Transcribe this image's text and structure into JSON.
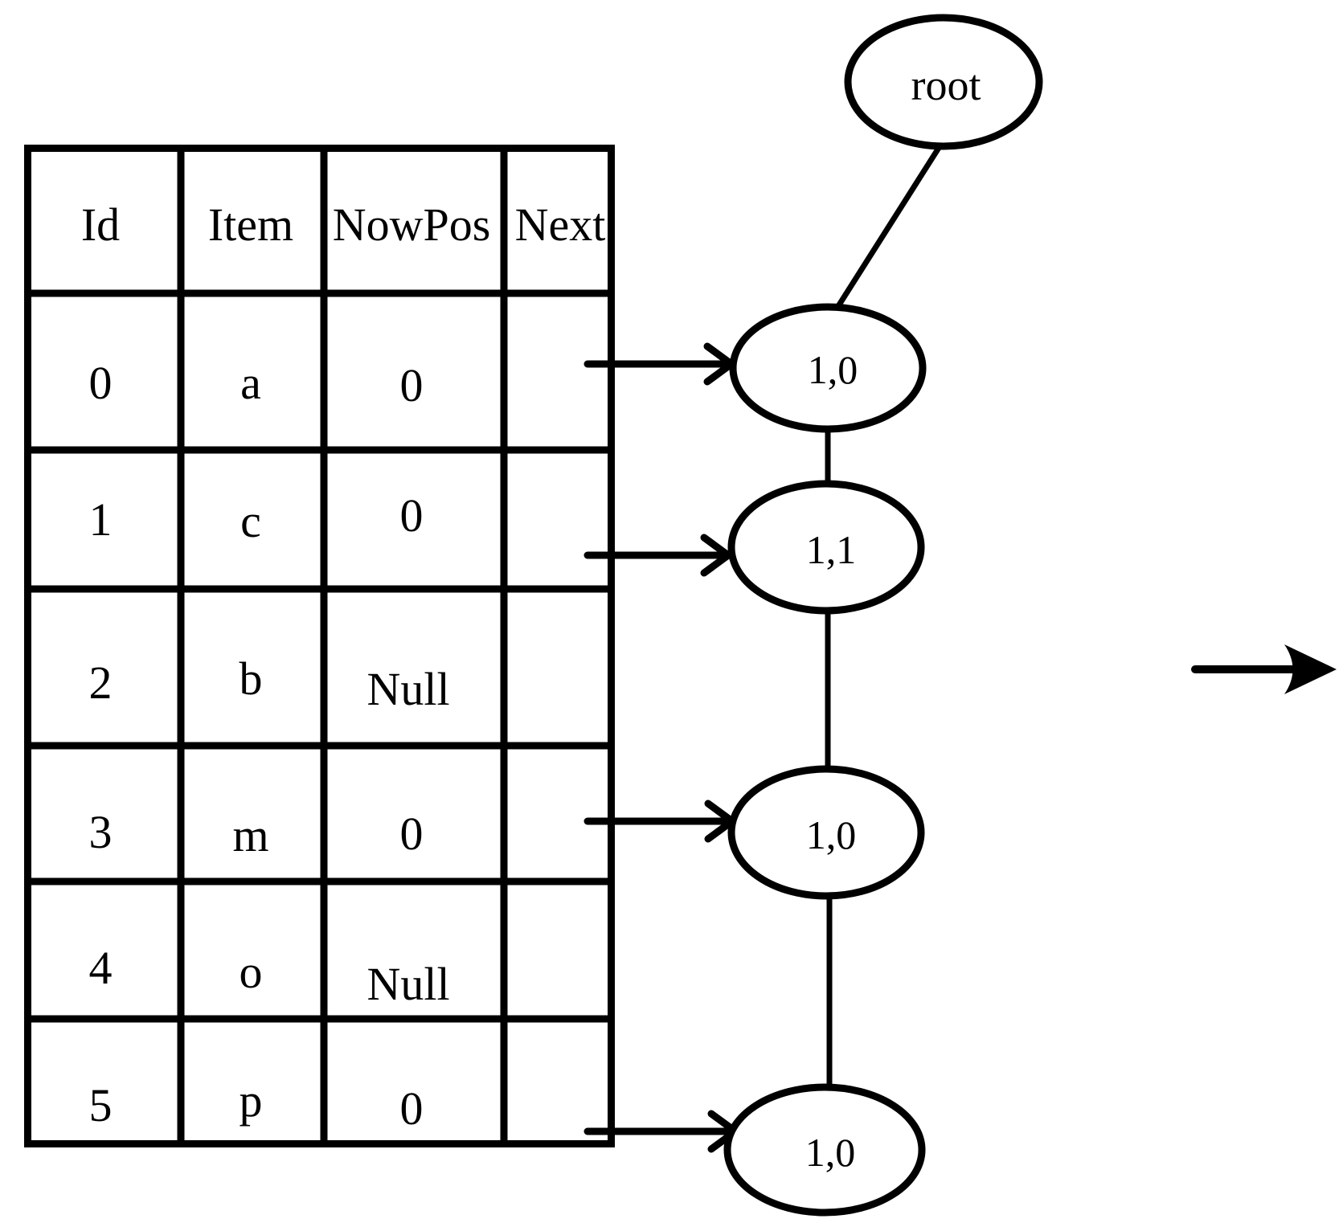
{
  "figure": {
    "background_color": "#ffffff",
    "ink_color": "#000000"
  },
  "table": {
    "headers": [
      "Id",
      "Item",
      "NowPos",
      "Next"
    ],
    "rows": [
      {
        "id": "0",
        "item": "a",
        "nowpos": "0",
        "next": ""
      },
      {
        "id": "1",
        "item": "c",
        "nowpos": "0",
        "next": ""
      },
      {
        "id": "2",
        "item": "b",
        "nowpos": "Null",
        "next": ""
      },
      {
        "id": "3",
        "item": "m",
        "nowpos": "0",
        "next": ""
      },
      {
        "id": "4",
        "item": "o",
        "nowpos": "Null",
        "next": ""
      },
      {
        "id": "5",
        "item": "p",
        "nowpos": "0",
        "next": ""
      }
    ]
  },
  "tree": {
    "root_label": "root",
    "nodes": [
      "1,0",
      "1,1",
      "1,0",
      "1,0"
    ],
    "edges": [
      "root-node0",
      "node0-node1",
      "node1-node2",
      "node2-node3"
    ],
    "pointer_arrows": [
      {
        "from_row": "0",
        "to_node": "0"
      },
      {
        "from_row": "1",
        "to_node": "1"
      },
      {
        "from_row": "3",
        "to_node": "2"
      },
      {
        "from_row": "5",
        "to_node": "3"
      }
    ]
  },
  "icons": {
    "next_pointer": "arrow-right-icon",
    "transition": "arrow-right-icon"
  }
}
